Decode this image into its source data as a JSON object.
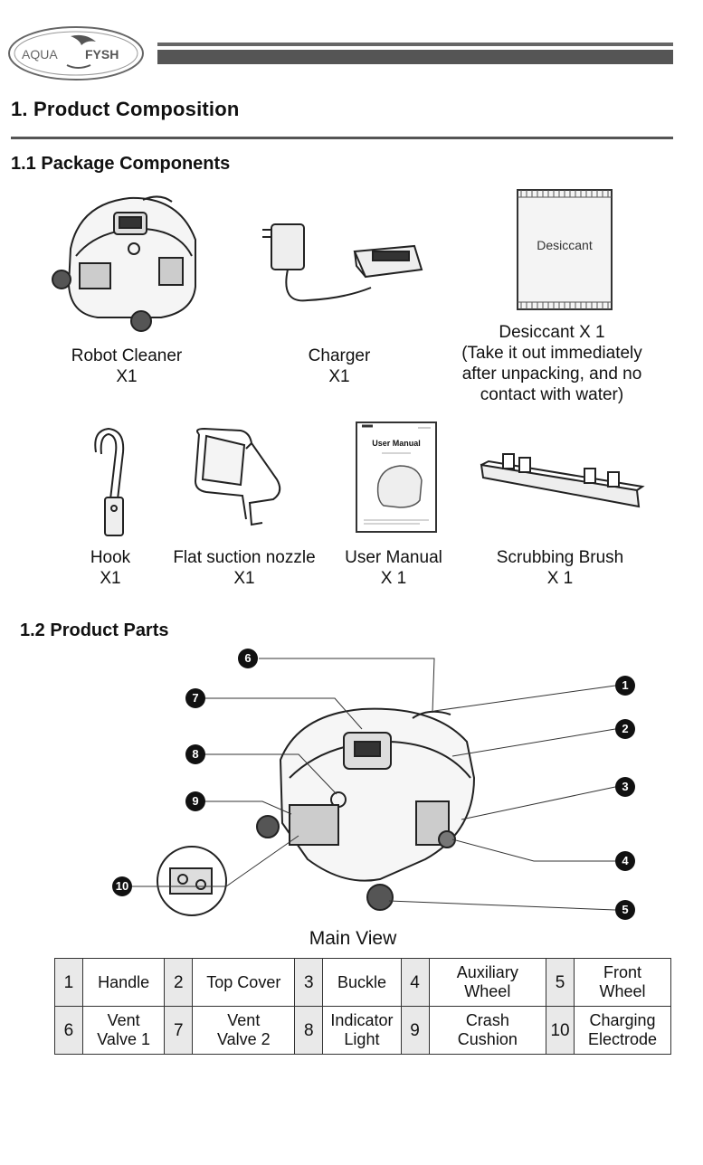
{
  "brand": {
    "logo_left": "AQUA",
    "logo_right": "FYSH"
  },
  "section1": {
    "title": "1. Product Composition"
  },
  "section11": {
    "title": "1.1 Package Components",
    "items": [
      {
        "name": "Robot Cleaner",
        "qty": "X1",
        "icon": "robot-cleaner-illustration"
      },
      {
        "name": "Charger",
        "qty": "X1",
        "icon": "charger-illustration"
      },
      {
        "name": "Desiccant X 1",
        "note_lines": [
          "(Take it out immediately",
          "after unpacking, and no",
          "contact with water)"
        ],
        "bag_label": "Desiccant",
        "icon": "desiccant-bag-illustration"
      },
      {
        "name": "Hook",
        "qty": "X1",
        "icon": "hook-illustration"
      },
      {
        "name": "Flat suction nozzle",
        "qty": "X1",
        "icon": "suction-nozzle-illustration"
      },
      {
        "name": "User Manual",
        "qty": "X 1",
        "manual_title": "User Manual",
        "icon": "user-manual-illustration"
      },
      {
        "name": "Scrubbing Brush",
        "qty": "X 1",
        "icon": "scrubbing-brush-illustration"
      }
    ]
  },
  "section12": {
    "title": "1.2 Product Parts",
    "view_label": "Main View",
    "callouts": [
      "1",
      "2",
      "3",
      "4",
      "5",
      "6",
      "7",
      "8",
      "9",
      "10"
    ],
    "parts": [
      {
        "num": "1",
        "name": "Handle"
      },
      {
        "num": "2",
        "name": "Top Cover"
      },
      {
        "num": "3",
        "name": "Buckle"
      },
      {
        "num": "4",
        "name_lines": [
          "Auxiliary",
          "Wheel"
        ]
      },
      {
        "num": "5",
        "name_lines": [
          "Front",
          "Wheel"
        ]
      },
      {
        "num": "6",
        "name_lines": [
          "Vent",
          "Valve 1"
        ]
      },
      {
        "num": "7",
        "name_lines": [
          "Vent",
          "Valve 2"
        ]
      },
      {
        "num": "8",
        "name_lines": [
          "Indicator",
          "Light"
        ]
      },
      {
        "num": "9",
        "name_lines": [
          "Crash",
          "Cushion"
        ]
      },
      {
        "num": "10",
        "name_lines": [
          "Charging",
          "Electrode"
        ]
      }
    ]
  }
}
